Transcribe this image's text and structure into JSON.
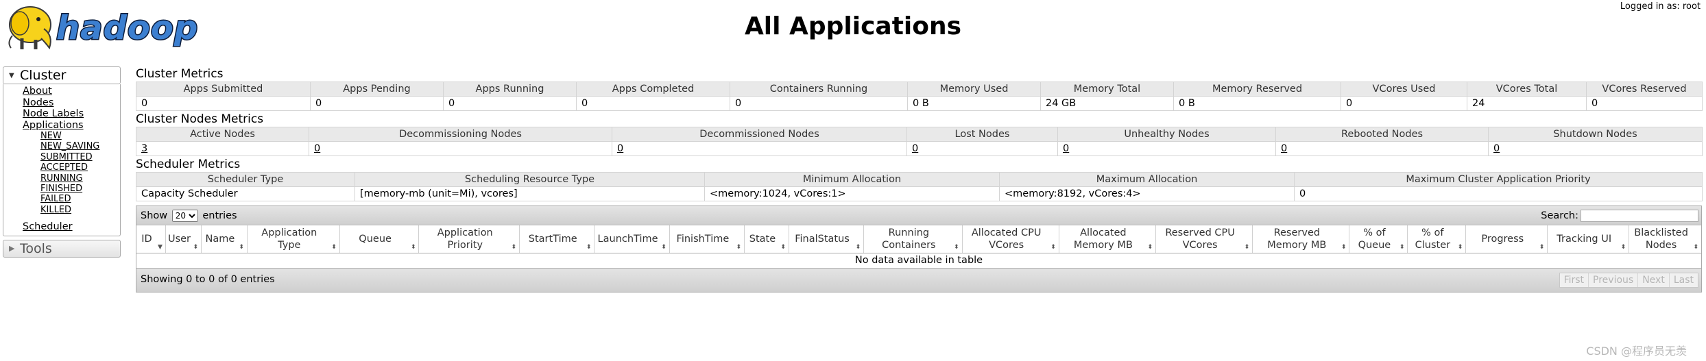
{
  "header": {
    "title": "All Applications",
    "login_text": "Logged in as: root",
    "logo_text": "hadoop"
  },
  "sidebar": {
    "cluster": {
      "label": "Cluster",
      "links": [
        "About",
        "Nodes",
        "Node Labels",
        "Applications"
      ],
      "app_states": [
        "NEW",
        "NEW_SAVING",
        "SUBMITTED",
        "ACCEPTED",
        "RUNNING",
        "FINISHED",
        "FAILED",
        "KILLED"
      ],
      "scheduler": "Scheduler"
    },
    "tools": {
      "label": "Tools"
    }
  },
  "cluster_metrics": {
    "title": "Cluster Metrics",
    "headers": [
      "Apps Submitted",
      "Apps Pending",
      "Apps Running",
      "Apps Completed",
      "Containers Running",
      "Memory Used",
      "Memory Total",
      "Memory Reserved",
      "VCores Used",
      "VCores Total",
      "VCores Reserved"
    ],
    "values": [
      "0",
      "0",
      "0",
      "0",
      "0",
      "0 B",
      "24 GB",
      "0 B",
      "0",
      "24",
      "0"
    ]
  },
  "node_metrics": {
    "title": "Cluster Nodes Metrics",
    "headers": [
      "Active Nodes",
      "Decommissioning Nodes",
      "Decommissioned Nodes",
      "Lost Nodes",
      "Unhealthy Nodes",
      "Rebooted Nodes",
      "Shutdown Nodes"
    ],
    "values": [
      "3",
      "0",
      "0",
      "0",
      "0",
      "0",
      "0"
    ]
  },
  "scheduler_metrics": {
    "title": "Scheduler Metrics",
    "headers": [
      "Scheduler Type",
      "Scheduling Resource Type",
      "Minimum Allocation",
      "Maximum Allocation",
      "Maximum Cluster Application Priority"
    ],
    "values": [
      "Capacity Scheduler",
      "[memory-mb (unit=Mi), vcores]",
      "<memory:1024, vCores:1>",
      "<memory:8192, vCores:4>",
      "0"
    ]
  },
  "apps_table": {
    "show_label": "Show",
    "entries_label": "entries",
    "page_length": "20",
    "search_label": "Search:",
    "columns": [
      "ID",
      "User",
      "Name",
      "Application Type",
      "Queue",
      "Application Priority",
      "StartTime",
      "LaunchTime",
      "FinishTime",
      "State",
      "FinalStatus",
      "Running Containers",
      "Allocated CPU VCores",
      "Allocated Memory MB",
      "Reserved CPU VCores",
      "Reserved Memory MB",
      "% of Queue",
      "% of Cluster",
      "Progress",
      "Tracking UI",
      "Blacklisted Nodes"
    ],
    "empty_message": "No data available in table",
    "info": "Showing 0 to 0 of 0 entries",
    "pagination": [
      "First",
      "Previous",
      "Next",
      "Last"
    ]
  },
  "watermark": "CSDN @程序员无羡"
}
